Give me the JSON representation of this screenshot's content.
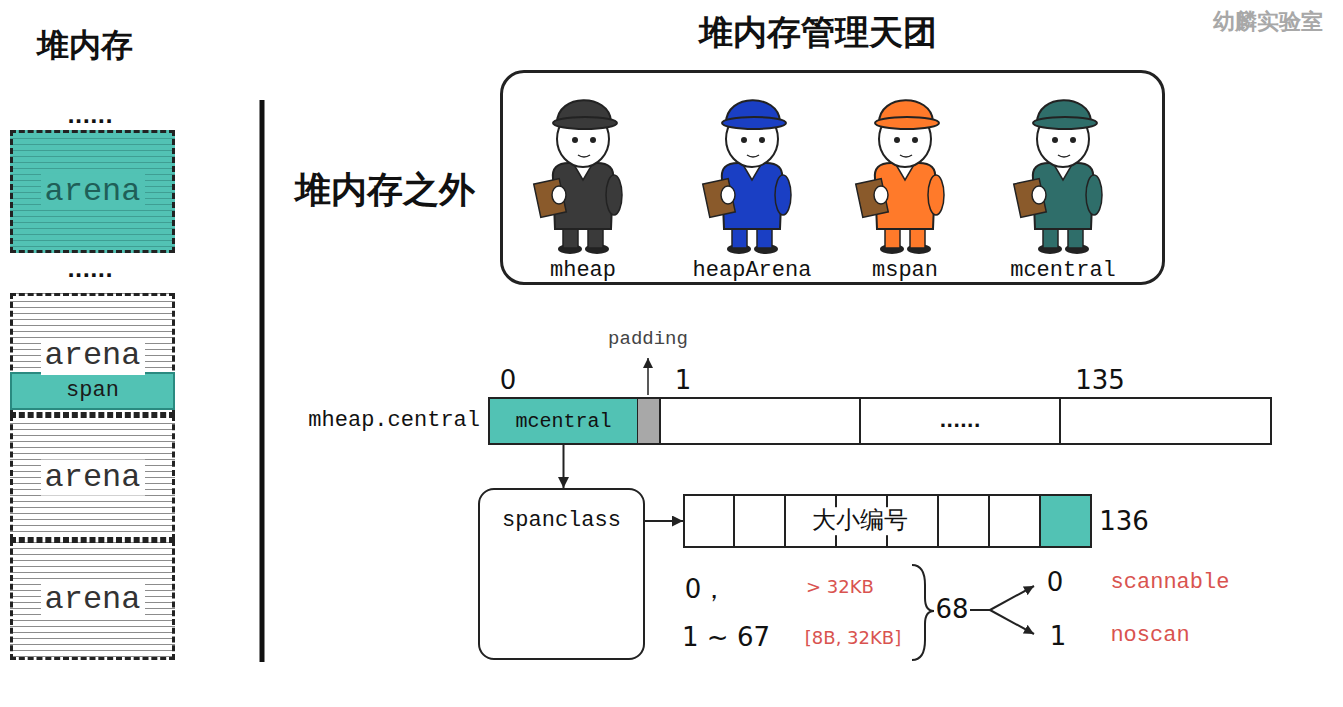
{
  "diagram": {
    "nodes": [
      {
        "text": [
          "arena"
        ]
      },
      {
        "text": [
          "arena"
        ]
      },
      {
        "text": [
          "span"
        ],
        "in": 1
      },
      {
        "text": [
          "arena"
        ]
      },
      {
        "text": [
          "arena"
        ]
      },
      {
        "text": [
          "堆内存管理天团"
        ]
      },
      {
        "text": [
          "mheap"
        ],
        "in": 5
      },
      {
        "text": [
          "heapArena"
        ],
        "in": 5
      },
      {
        "text": [
          "mspan"
        ],
        "in": 5
      },
      {
        "text": [
          "mcentral"
        ],
        "in": 5
      },
      {
        "text": [
          "mheap.central"
        ]
      },
      {
        "text": [
          "mcentral"
        ],
        "in": 10
      },
      {
        "text": [
          "......"
        ],
        "in": 10
      },
      {
        "text": [
          "spanclass"
        ]
      },
      {
        "text": [
          "大小编号"
        ]
      }
    ],
    "edges": [
      {
        "from": 11,
        "to": 13,
        "arrow": "to"
      },
      {
        "from": 13,
        "to": 14,
        "arrow": "to"
      }
    ],
    "labels": [
      "堆内存",
      "......",
      "......",
      "堆内存之外",
      "padding",
      "0",
      "1",
      "135",
      "136",
      "0，",
      "> 32KB",
      "68",
      "0",
      "scannable",
      "1 ~ 67",
      "[8B, 32KB]",
      "1",
      "noscan",
      "幼麟实验室"
    ]
  }
}
